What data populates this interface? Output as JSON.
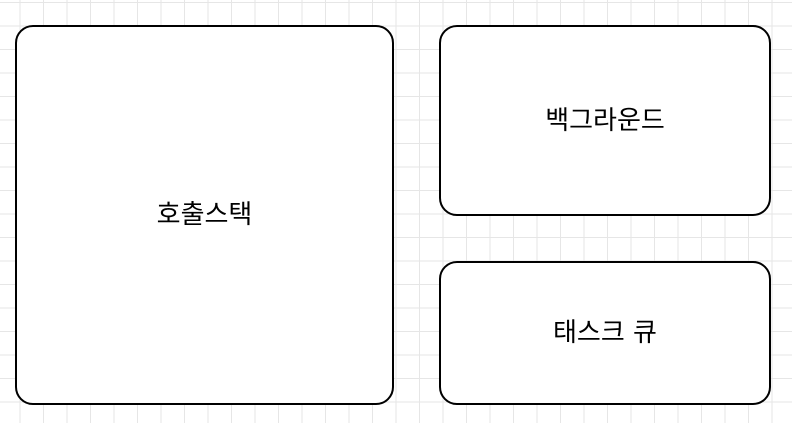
{
  "diagram": {
    "boxes": [
      {
        "id": "call-stack",
        "label": "호출스택"
      },
      {
        "id": "background",
        "label": "백그라운드"
      },
      {
        "id": "task-queue",
        "label": "태스크 큐"
      }
    ]
  }
}
